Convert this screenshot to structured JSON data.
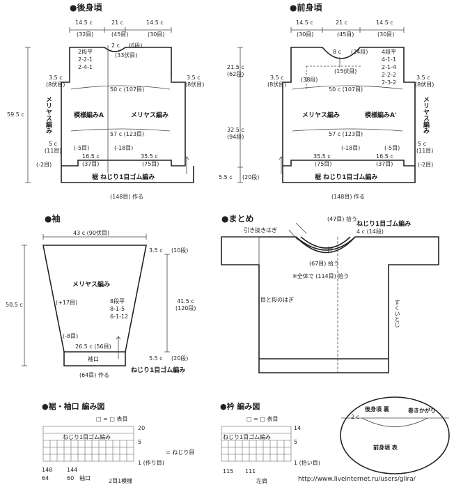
{
  "back": {
    "title": "●後身頃",
    "top_w": [
      "14.5 c",
      "21 c",
      "14.5 c"
    ],
    "top_st": [
      "(32目)",
      "(45目)",
      "(30目)"
    ],
    "neck": "2 c",
    "neck_rows": "(6段)",
    "neck_st": "(33伏目)",
    "dec": [
      "2段平",
      "2-2-1",
      "2-4-1"
    ],
    "arm_l": "3.5 c",
    "arm_l_st": "(8伏目)",
    "arm_r": "3.5 c",
    "arm_r_st": "(8伏目)",
    "w50": "50 c (107目)",
    "patternA": "模様編みA",
    "stockinette": "メリヤス編み",
    "side_label": "メリヤス編み",
    "w57": "57 c (123目)",
    "h_total": "59.5 c",
    "h5": "5 c",
    "h5_st": "(11目)",
    "minus2": "(-2目)",
    "minus5": "(-5目)",
    "w16": "16.5 c",
    "w16_st": "(37目)",
    "minus18": "(-18目)",
    "w35": "35.5 c",
    "w35_st": "(75目)",
    "hem": "裾 ねじり1目ゴム編み",
    "cast": "(148目) 作る"
  },
  "front": {
    "title": "●前身頃",
    "top_w": [
      "14.5 c",
      "21 c",
      "14.5 c"
    ],
    "top_st": [
      "(30目)",
      "(45目)",
      "(30目)"
    ],
    "neck": "8 c",
    "neck_rows": "(24段)",
    "neck_st": "(15伏目)",
    "dec": [
      "4段平",
      "4-1-1",
      "2-1-4",
      "2-2-2",
      "2-3-2"
    ],
    "rows38": "(38段)",
    "arm_l": "3.5 c",
    "arm_l_st": "(8伏目)",
    "arm_r": "3.5 c",
    "arm_r_st": "(8伏目)",
    "w50": "50 c (107目)",
    "stockinette": "メリヤス編み",
    "patternA2": "模様編みA'",
    "side_label": "メリヤス編み",
    "w57": "57 c (123目)",
    "w35": "35.5 c",
    "w35_st": "(75目)",
    "minus18": "(-18目)",
    "w16": "16.5 c",
    "w16_st": "(37目)",
    "minus5": "(-5目)",
    "h5": "5 c",
    "h5_st": "(11目)",
    "minus2": "(-2目)",
    "hem": "裾 ねじり1目ゴム編み",
    "cast": "(148目) 作る"
  },
  "middle": {
    "h21": "21.5 c",
    "h21_r": "(62段)",
    "h32": "32.5 c",
    "h32_r": "(94段)",
    "h5": "5.5 c",
    "h5_r": "(20段)"
  },
  "sleeve": {
    "title": "●袖",
    "top": "43 c (90伏目)",
    "h35": "3.5 c",
    "h35_r": "(10段)",
    "h41": "41.5 c",
    "h41_r": "(120段)",
    "h5": "5.5 c",
    "h5_r": "(20段)",
    "h_total": "50.5 c",
    "pattern": "メリヤス編み",
    "plus17": "(+17目)",
    "inc": [
      "8段平",
      "8-1-5",
      "6-1-12"
    ],
    "minus8": "(-8目)",
    "w26": "26.5 c (56目)",
    "cuff": "袖口",
    "rib": "ねじり1目ゴム編み",
    "cast": "(64目) 作る"
  },
  "assembly": {
    "title": "●まとめ",
    "pick47": "(47目) 拾う",
    "rib": "ねじり1目ゴム編み",
    "h4": "4 c (14段)",
    "bindoff_seam": "引き抜きはぎ",
    "collar": "衿",
    "pick67": "(67目) 拾う",
    "total114": "※全体で (114目) 拾う",
    "row_stitch": "目と段のはぎ",
    "mattress": "すくいとじ"
  },
  "chart_hem": {
    "title": "●裾・袖口 編み図",
    "legend1": "□ = □ 表目",
    "rib_label": "ねじり1目ゴム編み",
    "twist_legend": "= ねじり目",
    "nums_left": [
      "148",
      "144",
      "64",
      "60"
    ],
    "cuff": "袖口",
    "repeat": "2目1模様",
    "row20": "20",
    "row5": "5",
    "row1": "1 (作り目)"
  },
  "chart_collar": {
    "title": "●衿 編み図",
    "legend1": "□ = □ 表目",
    "rib_label": "ねじり1目ゴム編み",
    "row14": "14",
    "row5": "5",
    "row1": "1 (拾い目)",
    "nums": [
      "115",
      "111"
    ],
    "shoulder": "左肩"
  },
  "detail": {
    "back_label": "後身頃 裏",
    "whip": "巻きかがり",
    "w2": "2 c",
    "front_label": "前身頃 表"
  },
  "watermark": "http://www.liveinternet.ru/users/glira/"
}
